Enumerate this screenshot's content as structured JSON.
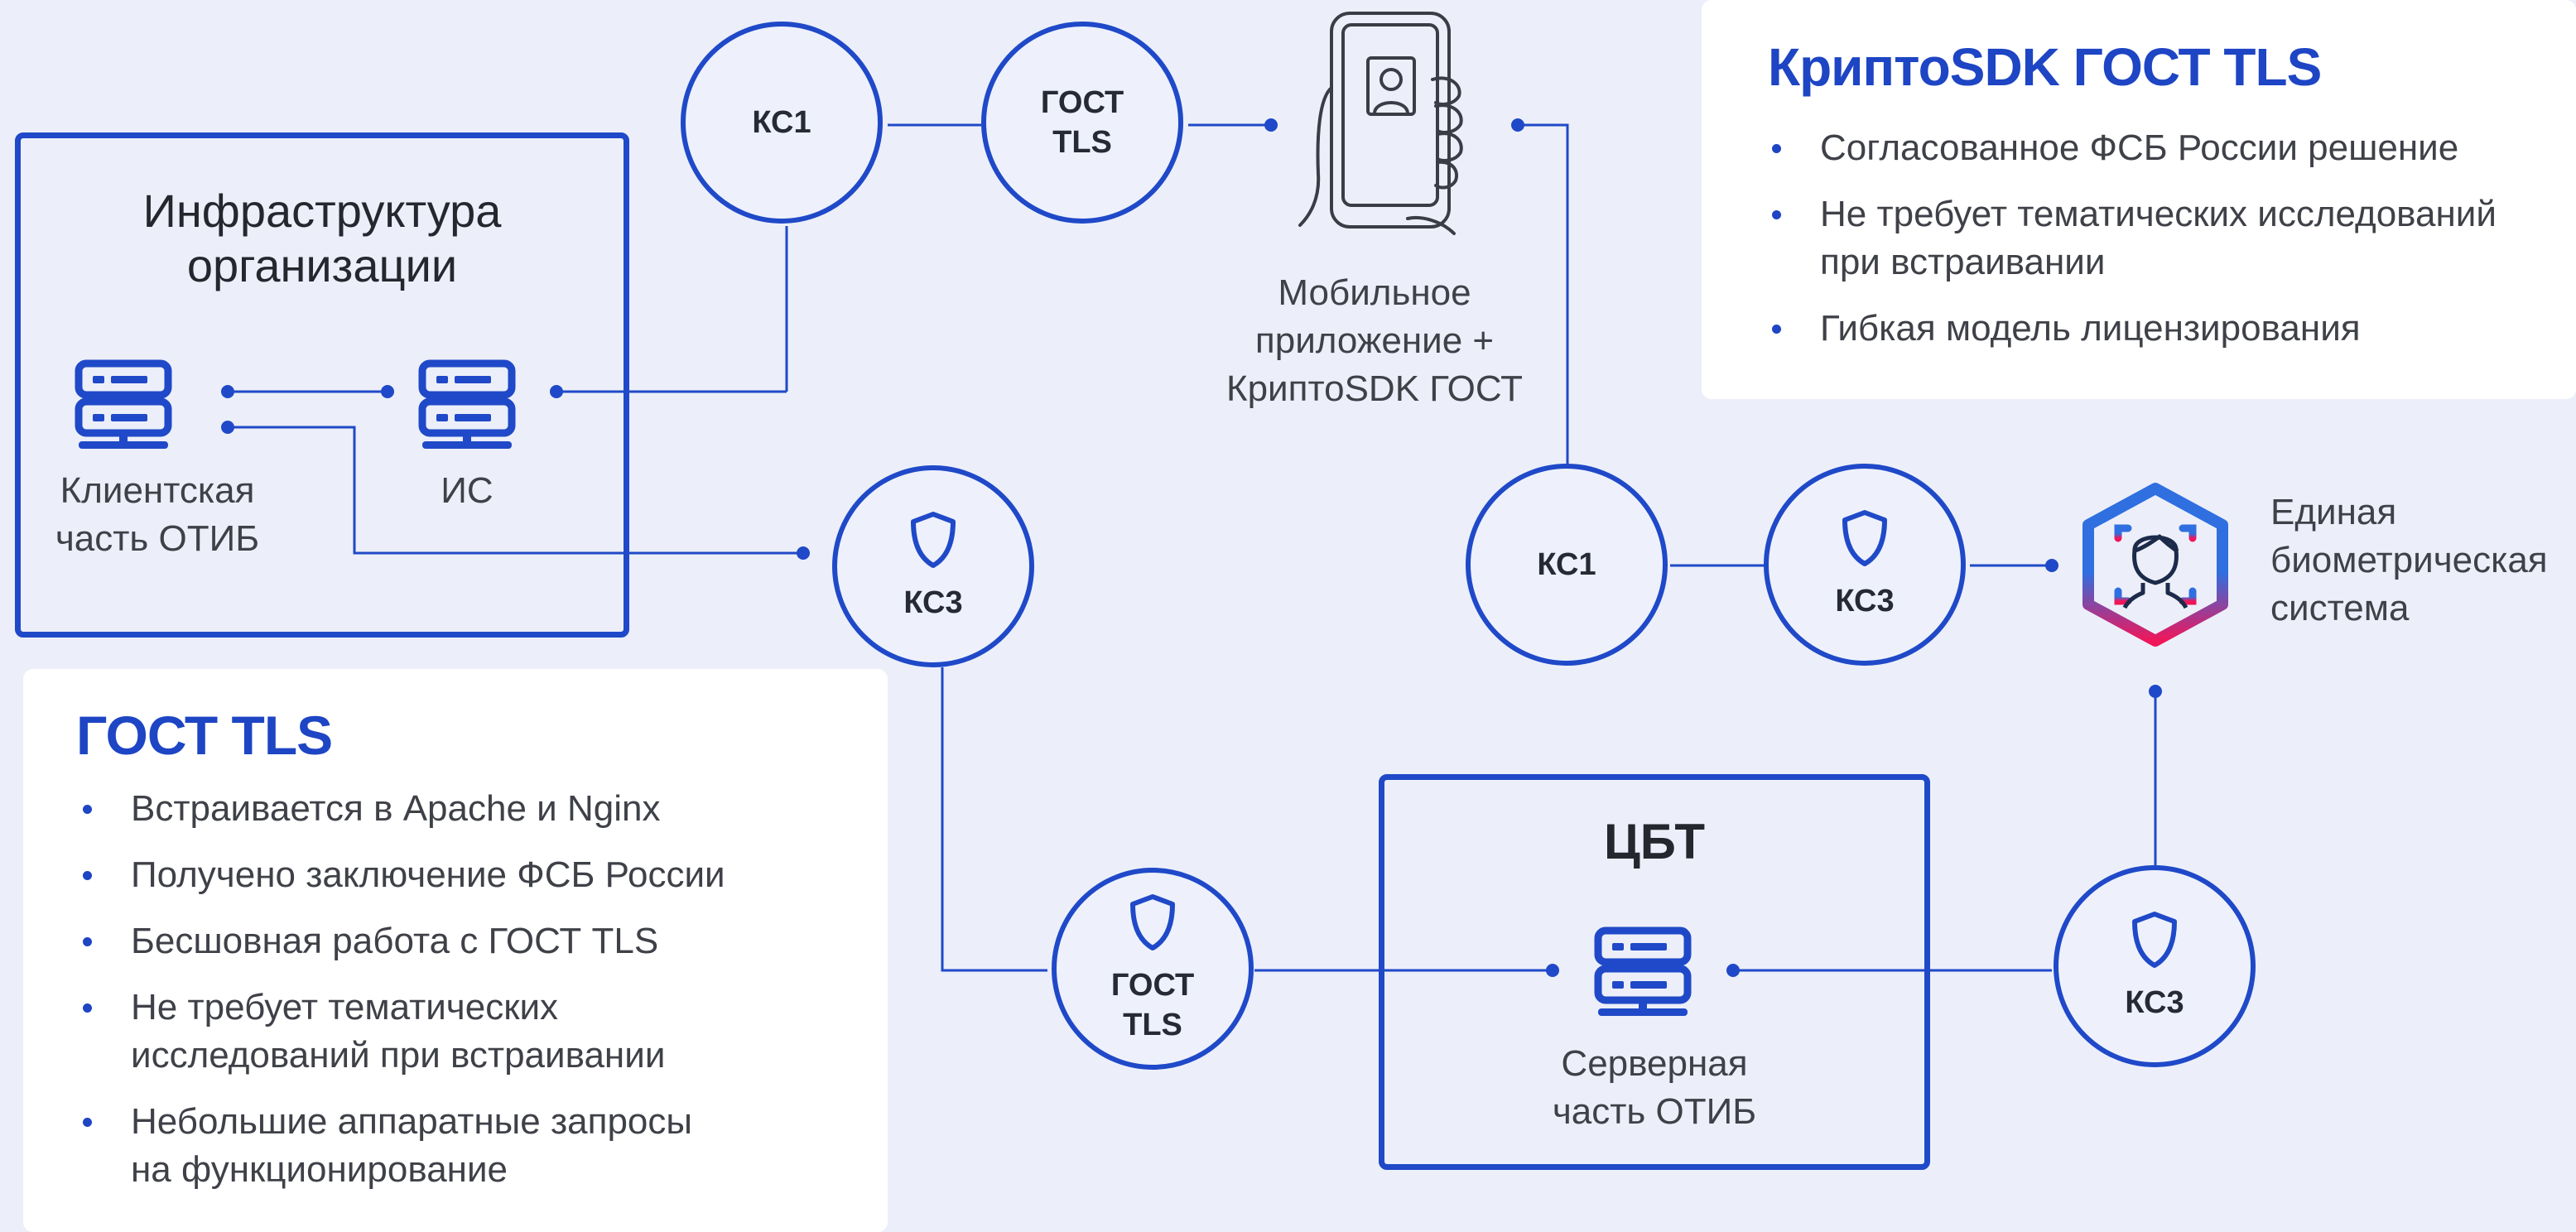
{
  "colors": {
    "accent": "#1f49c8",
    "background": "#eceff9",
    "card": "#ffffff",
    "bio_gradient_top": "#2f6fe0",
    "bio_gradient_bottom": "#f0165a"
  },
  "org": {
    "title": "Инфраструктура\nорганизации",
    "client_label": "Клиентская\nчасть ОТИБ",
    "is_label": "ИС"
  },
  "nodes": {
    "ks1_top": "КС1",
    "gost_top": "ГОСТ\nTLS",
    "ks3_mid": "КС3",
    "ks1_right": "КС1",
    "ks3_right": "КС3",
    "gost_bottom": "ГОСТ\nTLS",
    "ks3_bottom": "КС3"
  },
  "mobile": {
    "label": "Мобильное\nприложение +\nКриптоSDK ГОСТ"
  },
  "biometric": {
    "label": "Единая\nбиометрическая\nсистема"
  },
  "cbt": {
    "title": "ЦБТ",
    "server_label": "Серверная\nчасть ОТИБ"
  },
  "crypto_card": {
    "title": "КриптоSDK ГОСТ TLS",
    "bullets": [
      "Согласованное ФСБ России решение",
      "Не требует тематических исследований\nпри встраивании",
      "Гибкая модель лицензирования"
    ]
  },
  "gost_card": {
    "title": "ГОСТ TLS",
    "bullets": [
      "Встраивается в Apache и Nginx",
      "Получено заключение ФСБ России",
      "Бесшовная работа с ГОСТ TLS",
      "Не требует тематических\nисследований при встраивании",
      "Небольшие аппаратные запросы\nна функционирование"
    ]
  },
  "icons": {
    "server": "server-icon",
    "shield": "shield-icon",
    "phone": "smartphone-hand-icon",
    "face": "face-id-icon"
  }
}
